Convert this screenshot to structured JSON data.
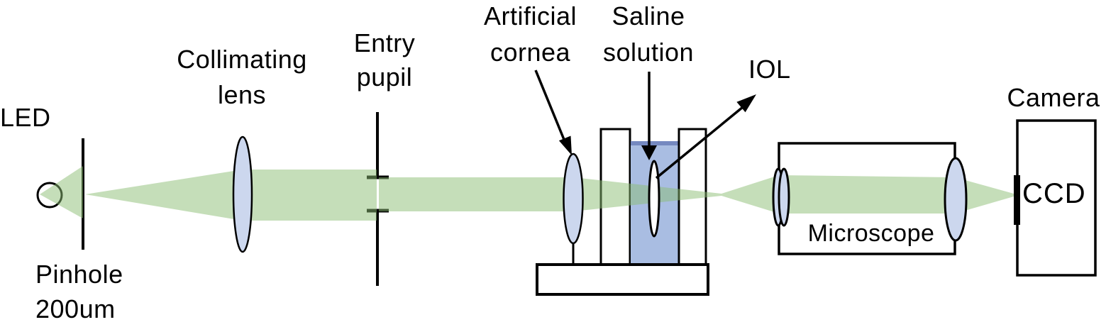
{
  "figure": {
    "type": "optical-bench-schematic",
    "description_labels_count": 10
  },
  "labels": {
    "led": "LED",
    "pinhole": "Pinhole\n200um",
    "collimating_lens": "Collimating\nlens",
    "entry_pupil": "Entry\npupil",
    "artificial_cornea": "Artificial\ncornea",
    "saline_solution": "Saline\nsolution",
    "iol": "IOL",
    "microscope": "Microscope",
    "camera": "Camera",
    "ccd": "CCD"
  },
  "colors": {
    "background": "#ffffff",
    "beam": "rgba(139,189,115,0.5)",
    "beam_over_white": "#c5debb",
    "lens_fill": "#ccd7ee",
    "saline_fill": "#a9bde2",
    "saline_surface": "#7589c0",
    "outline": "#000000"
  }
}
